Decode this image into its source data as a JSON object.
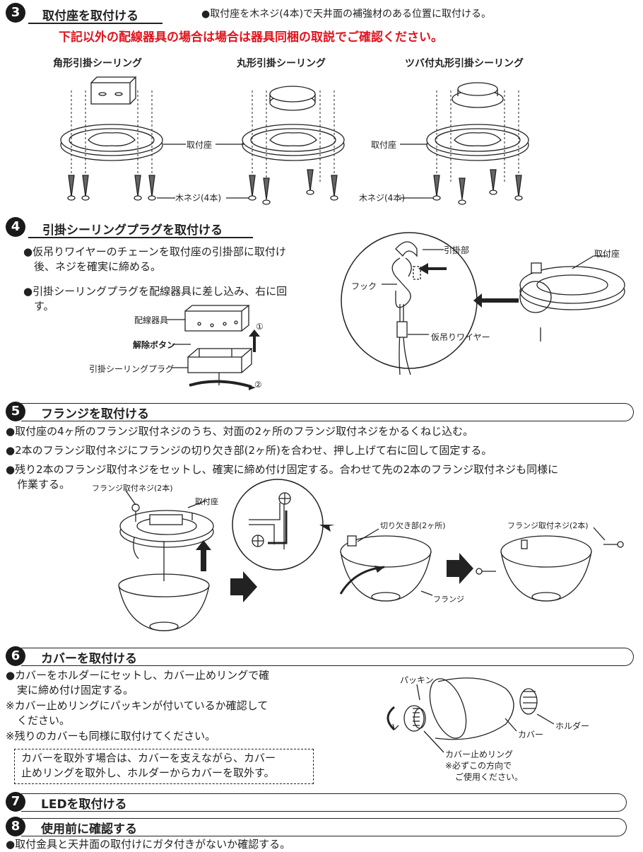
{
  "s3": {
    "num": "3",
    "title": "取付座を取付ける",
    "desc": "●取付座を木ネジ(4本)で天井面の補強材のある位置に取付ける。",
    "warning": "下記以外の配線器具の場合は場合は器具同梱の取説でご確認ください。",
    "types": [
      "角形引掛シーリング",
      "丸形引掛シーリング",
      "ツバ付丸形引掛シーリング"
    ],
    "label_base": "取付座",
    "label_screw": "木ネジ(4本)"
  },
  "s4": {
    "num": "4",
    "title": "引掛シーリングプラグを取付ける",
    "b1a": "●仮吊りワイヤーのチェーンを取付座の引掛部に取付け",
    "b1b": "後、ネジを確実に締める。",
    "b2a": "●引掛シーリングプラグを配線器具に差し込み、右に回",
    "b2b": "す。",
    "l_device": "配線器具",
    "l_release": "解除ボタン",
    "l_plug": "引掛シーリングプラグ",
    "c1": "①",
    "c2": "②",
    "l_hook_part": "引掛部",
    "l_hook": "フック",
    "l_wire": "仮吊りワイヤー",
    "l_base": "取付座"
  },
  "s5": {
    "num": "5",
    "title": "フランジを取付ける",
    "b1": "●取付座の4ヶ所のフランジ取付ネジのうち、対面の2ヶ所のフランジ取付ネジをかるくねじ込む。",
    "b2": "●2本のフランジ取付ネジにフランジの切り欠き部(2ヶ所)を合わせ、押し上げて右に回して固定する。",
    "b3a": "●残り2本のフランジ取付ネジをセットし、確実に締め付け固定する。合わせて先の2本のフランジ取付ネジも同様に",
    "b3b": "作業する。",
    "l_screw2": "フランジ取付ネジ(2本)",
    "l_base": "取付座",
    "l_notch": "切り欠き部(2ヶ所)",
    "l_flange": "フランジ",
    "l_screw2b": "フランジ取付ネジ(2本)"
  },
  "s6": {
    "num": "6",
    "title": "カバーを取付ける",
    "b1a": "●カバーをホルダーにセットし、カバー止めリングで確",
    "b1b": "実に締め付け固定する。",
    "n1a": "※カバー止めリングにパッキンが付いているか確認して",
    "n1b": "ください。",
    "n2": "※残りのカバーも同様に取付けてください。",
    "boxa": "カバーを取外す場合は、カバーを支えながら、カバー",
    "boxb": "止めリングを取外し、ホルダーからカバーを取外す。",
    "l_packing": "パッキン",
    "l_holder": "ホルダー",
    "l_cover": "カバー",
    "l_ring": "カバー止めリング",
    "l_note1": "※必ずこの方向で",
    "l_note2": "ご使用ください。"
  },
  "s7": {
    "num": "7",
    "title": "LEDを取付ける"
  },
  "s8": {
    "num": "8",
    "title": "使用前に確認する",
    "b1": "●取付金具と天井面の取付けにガタ付きがないか確認する。"
  }
}
